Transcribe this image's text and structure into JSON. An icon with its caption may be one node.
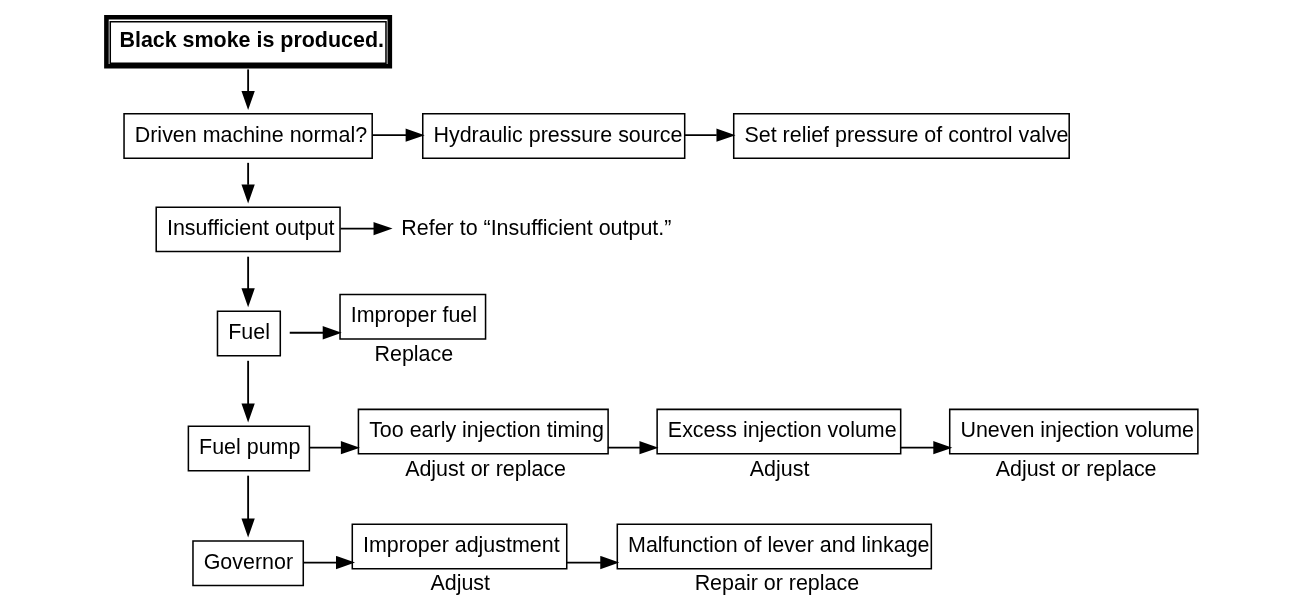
{
  "diagram": {
    "nodes": [
      {
        "text": [
          "Black smoke is produced."
        ]
      },
      {
        "text": [
          "Driven machine normal?"
        ]
      },
      {
        "text": [
          "Hydraulic pressure source"
        ]
      },
      {
        "text": [
          "Set relief pressure of control valve"
        ]
      },
      {
        "text": [
          "Insufficient output"
        ]
      },
      {
        "text": [
          "Refer to “Insufficient output.”"
        ]
      },
      {
        "text": [
          "Fuel"
        ]
      },
      {
        "text": [
          "Improper fuel"
        ],
        "beside": [
          "Replace"
        ]
      },
      {
        "text": [
          "Fuel pump"
        ]
      },
      {
        "text": [
          "Too early injection timing"
        ],
        "beside": [
          "Adjust or replace"
        ]
      },
      {
        "text": [
          "Excess injection volume"
        ],
        "beside": [
          "Adjust"
        ]
      },
      {
        "text": [
          "Uneven injection volume"
        ],
        "beside": [
          "Adjust or replace"
        ]
      },
      {
        "text": [
          "Governor"
        ]
      },
      {
        "text": [
          "Improper adjustment"
        ],
        "beside": [
          "Adjust"
        ]
      },
      {
        "text": [
          "Malfunction of lever and linkage"
        ],
        "beside": [
          "Repair or replace"
        ]
      }
    ],
    "edges": [
      {
        "from": 0,
        "to": 1,
        "arrow": "to"
      },
      {
        "from": 1,
        "to": 2,
        "arrow": "to"
      },
      {
        "from": 2,
        "to": 3,
        "arrow": "to"
      },
      {
        "from": 1,
        "to": 4,
        "arrow": "to"
      },
      {
        "from": 4,
        "to": 5,
        "arrow": "to"
      },
      {
        "from": 4,
        "to": 6,
        "arrow": "to"
      },
      {
        "from": 6,
        "to": 7,
        "arrow": "to"
      },
      {
        "from": 6,
        "to": 8,
        "arrow": "to"
      },
      {
        "from": 8,
        "to": 9,
        "arrow": "to"
      },
      {
        "from": 9,
        "to": 10,
        "arrow": "to"
      },
      {
        "from": 10,
        "to": 11,
        "arrow": "to"
      },
      {
        "from": 8,
        "to": 12,
        "arrow": "to"
      },
      {
        "from": 12,
        "to": 13,
        "arrow": "to"
      },
      {
        "from": 13,
        "to": 14,
        "arrow": "to"
      }
    ]
  }
}
